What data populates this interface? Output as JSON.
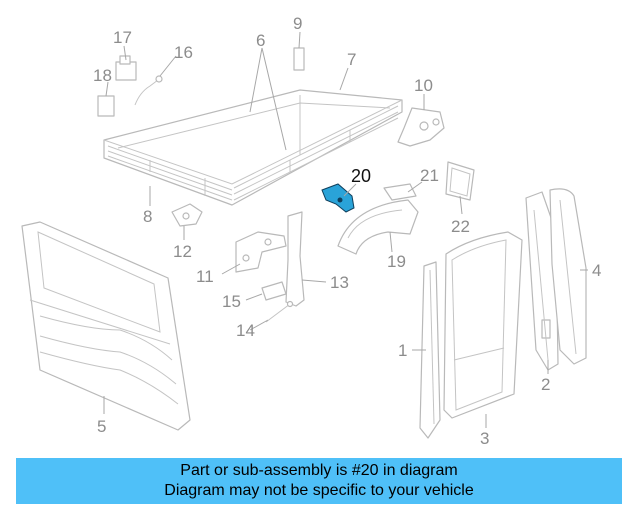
{
  "banner": {
    "line1": "Part or sub-assembly is #20 in diagram",
    "line2": "Diagram may not be specific to your vehicle"
  },
  "highlight_color": "#4fc0f8",
  "part_color": "#2aa3d8",
  "callouts": {
    "c1": "1",
    "c2": "2",
    "c3": "3",
    "c4": "4",
    "c5": "5",
    "c6": "6",
    "c7": "7",
    "c8": "8",
    "c9": "9",
    "c10": "10",
    "c11": "11",
    "c12": "12",
    "c13": "13",
    "c14": "14",
    "c15": "15",
    "c16": "16",
    "c17": "17",
    "c18": "18",
    "c19": "19",
    "c20": "20",
    "c21": "21",
    "c22": "22"
  }
}
